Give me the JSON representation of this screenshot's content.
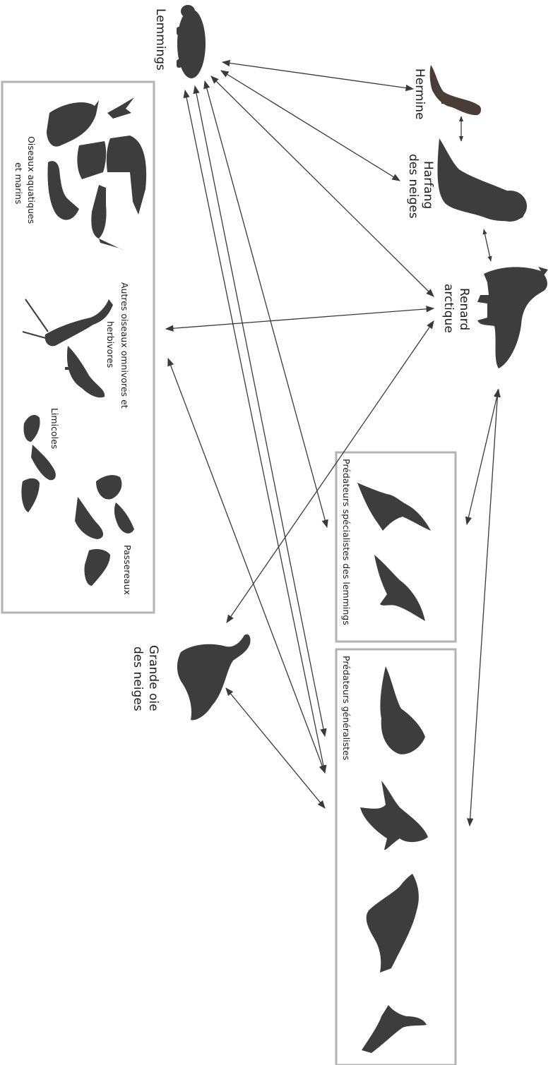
{
  "nodes": {
    "lemmings": "Lemmings",
    "hermine": "Hermine",
    "harfang": [
      "Harfang",
      "des neiges"
    ],
    "renard": [
      "Renard",
      "arctique"
    ],
    "oie": [
      "Grande oie",
      "des neiges"
    ]
  },
  "groups": {
    "aquatiques": [
      "Oiseaux aquatiques",
      "et marins"
    ],
    "omnivores": [
      "Autres oiseaux omnivores et",
      "herbivores"
    ],
    "limicoles": "Limicoles",
    "passereaux": "Passereaux",
    "specialistes": "Prédateurs spécialistes des lemmings",
    "generalistes": "Prédateurs généralistes"
  },
  "colors": {
    "silhouette": "#3d3d3d",
    "ermine": "#4a3d38",
    "box_border": "#b3b3b3",
    "arrow": "#3a3a3a"
  }
}
